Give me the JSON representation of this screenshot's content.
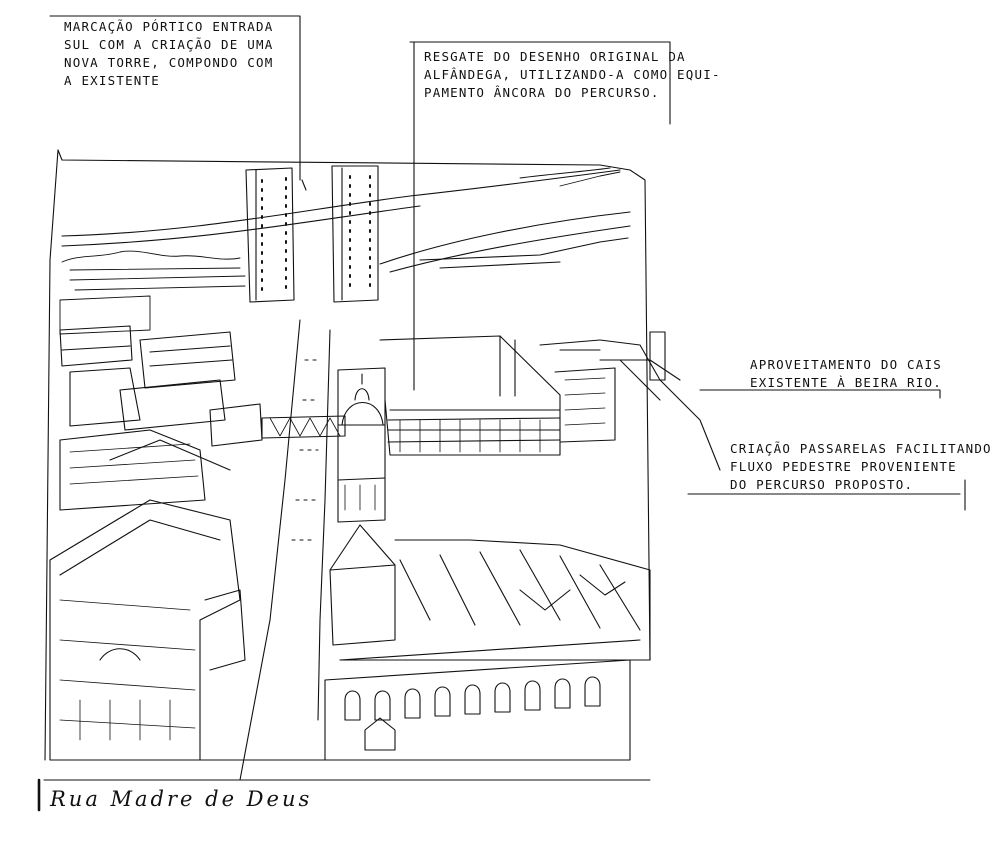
{
  "annotations": {
    "portico": "Marcação pórtico entrada\nsul com a criação de uma\nnova torre, compondo com\na existente",
    "alfandega": "Resgate do desenho original da\nAlfândega, utilizando-a como equi-\npamento âncora do percurso.",
    "cais": "Aproveitamento do cais\nexistente à beira rio.",
    "passarelas": "Criação passarelas facilitando\nfluxo pedestre proveniente\ndo percurso proposto."
  },
  "street_label": "Rua Madre de Deus",
  "colors": {
    "ink": "#111111",
    "paper": "#ffffff"
  }
}
